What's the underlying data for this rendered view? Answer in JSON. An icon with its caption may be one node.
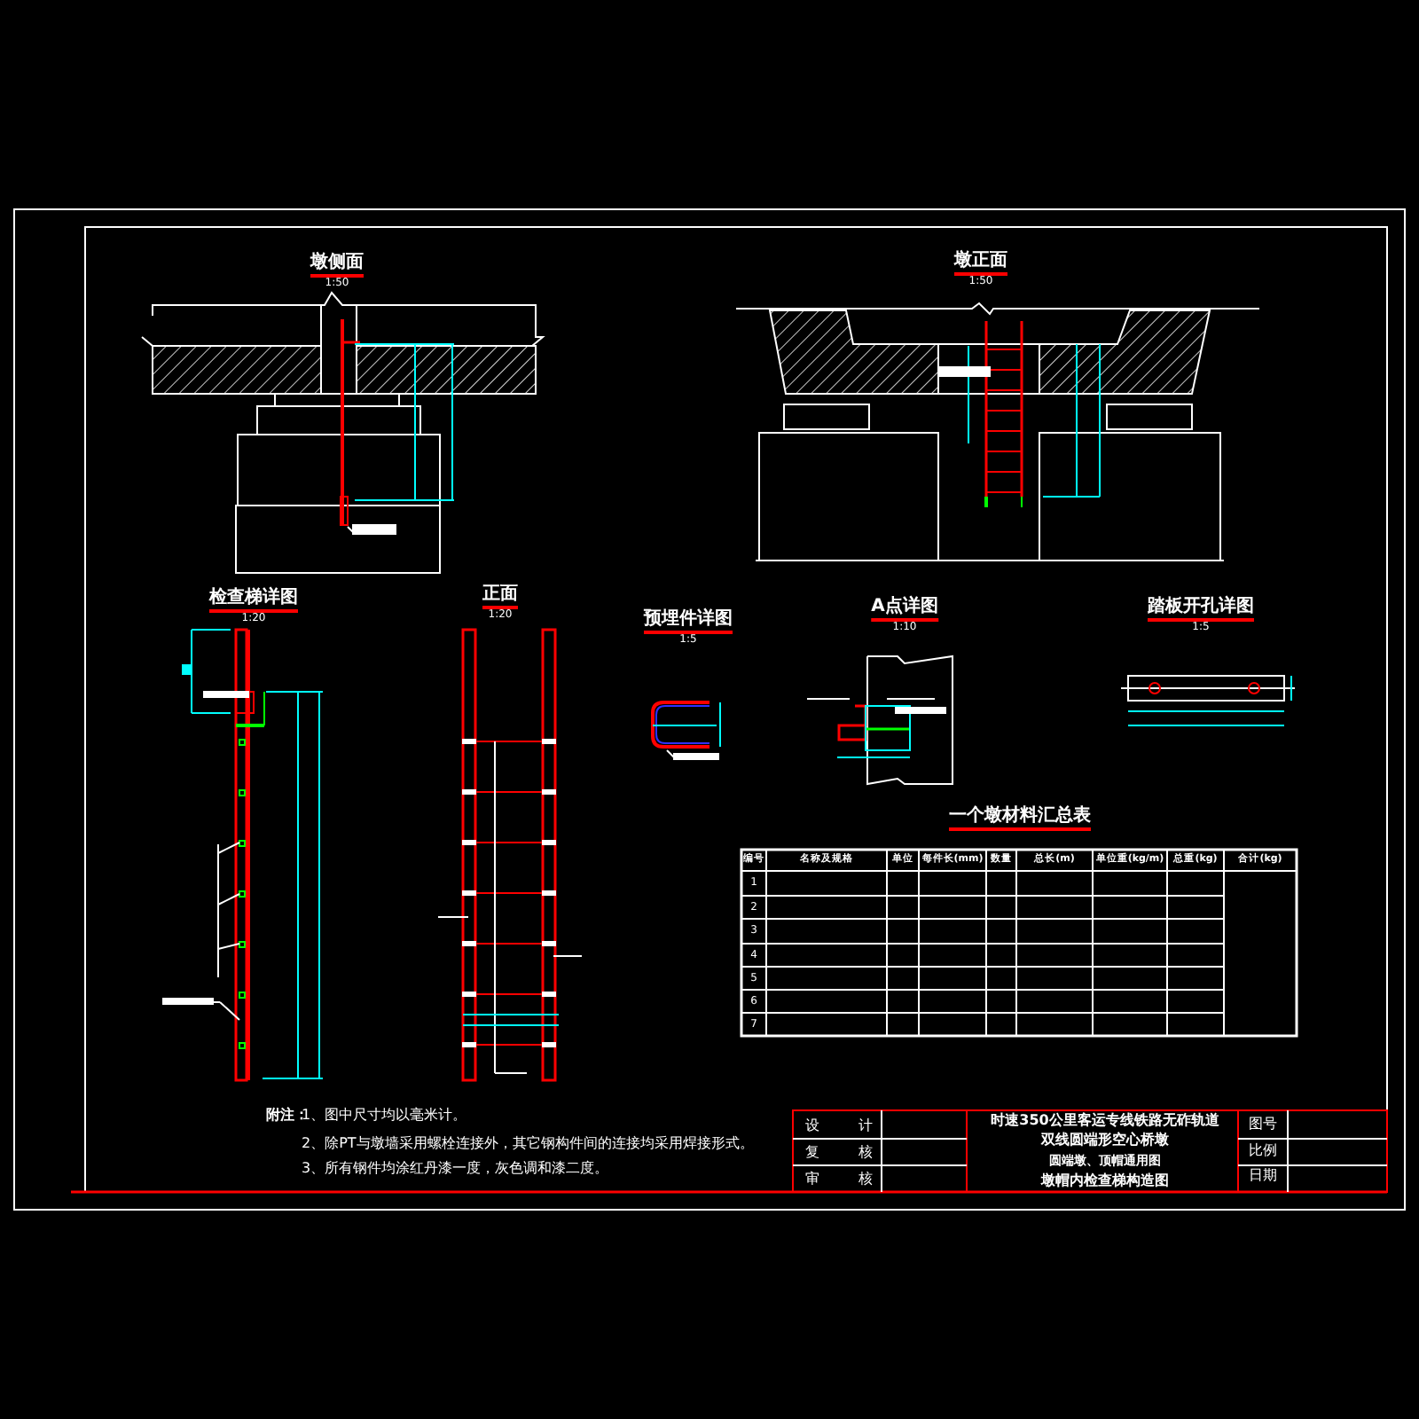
{
  "diagram": {
    "labels": [
      "墩侧面",
      "1:50",
      "墩正面",
      "1:50",
      "检查梯详图",
      "1:20",
      "正面",
      "1:20",
      "预埋件详图",
      "1:5",
      "A点详图",
      "1:10",
      "踏板开孔详图",
      "1:5",
      "一个墩材料汇总表",
      "编号",
      "名称及规格",
      "单位",
      "每件长(mm)",
      "数量",
      "总长(m)",
      "单位重(kg/m)",
      "总重(kg)",
      "合计(kg)",
      "1",
      "2",
      "3",
      "4",
      "5",
      "6",
      "7",
      "附注：",
      "1、图中尺寸均以毫米计。",
      "2、除PT与墩墙采用螺栓连接外，其它钢构件间的连接均采用焊接形式。",
      "3、所有钢件均涂红丹漆一度，灰色调和漆二度。",
      "设",
      "计",
      "复",
      "核",
      "审",
      "核",
      "时速350公里客运专线铁路无砟轨道",
      "双线圆端形空心桥墩",
      "圆端墩、顶帽通用图",
      "墩帽内检查梯构造图",
      "图号",
      "比例",
      "日期"
    ]
  }
}
